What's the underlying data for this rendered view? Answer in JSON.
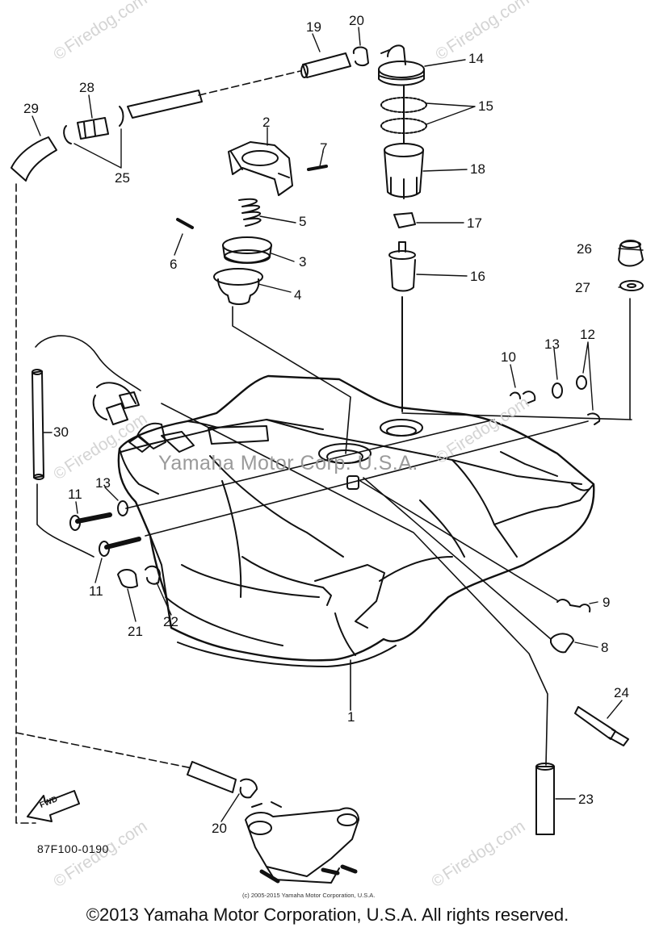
{
  "diagram": {
    "callouts": [
      "19",
      "20",
      "14",
      "28",
      "29",
      "15",
      "2",
      "7",
      "25",
      "18",
      "5",
      "17",
      "6",
      "3",
      "26",
      "4",
      "16",
      "27",
      "13",
      "12",
      "10",
      "30",
      "11",
      "13",
      "11",
      "21",
      "22",
      "9",
      "8",
      "1",
      "24",
      "23",
      "20"
    ],
    "watermark_text": "Firedog.com",
    "watermark_symbol": "©",
    "center_watermark": "Yamaha Motor Corp. U.S.A.",
    "part_code": "87F100-0190",
    "fwd_label": "FWD",
    "small_copyright": "(c) 2005-2015 Yamaha Motor Corporation, U.S.A.",
    "footer": "©2013 Yamaha Motor Corporation, U.S.A. All rights reserved."
  }
}
